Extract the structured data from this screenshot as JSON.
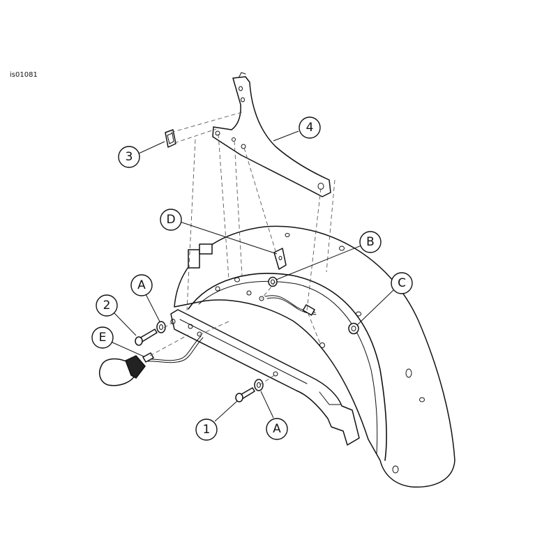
{
  "figure_id": "is01081",
  "callouts": {
    "c1": "1",
    "c2": "2",
    "c3": "3",
    "c4": "4",
    "cA1": "A",
    "cA2": "A",
    "cB": "B",
    "cC": "C",
    "cD": "D",
    "cE": "E"
  }
}
